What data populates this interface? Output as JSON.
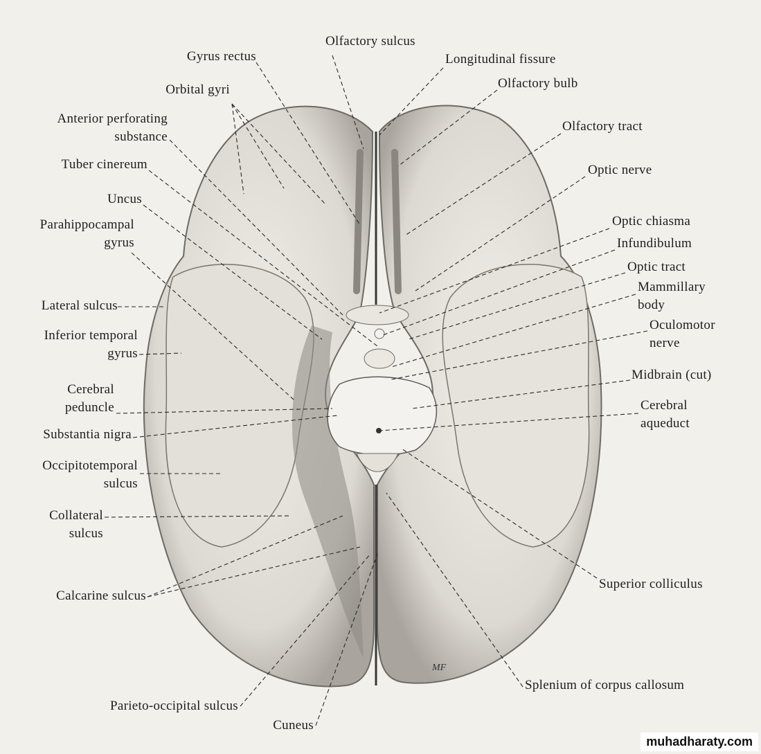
{
  "title": "Inferior view of the brain",
  "labels": [
    {
      "lines": [
        "Gyrus rectus"
      ]
    },
    {
      "lines": [
        "Orbital gyri"
      ]
    },
    {
      "lines": [
        "Anterior perforating",
        "substance"
      ]
    },
    {
      "lines": [
        "Tuber cinereum"
      ]
    },
    {
      "lines": [
        "Uncus"
      ]
    },
    {
      "lines": [
        "Parahippocampal",
        "gyrus"
      ]
    },
    {
      "lines": [
        "Lateral sulcus"
      ]
    },
    {
      "lines": [
        "Inferior temporal",
        "gyrus"
      ]
    },
    {
      "lines": [
        "Cerebral",
        "peduncle"
      ]
    },
    {
      "lines": [
        "Substantia nigra"
      ]
    },
    {
      "lines": [
        "Occipitotemporal",
        "sulcus"
      ]
    },
    {
      "lines": [
        "Collateral",
        "sulcus"
      ]
    },
    {
      "lines": [
        "Calcarine sulcus"
      ]
    },
    {
      "lines": [
        "Parieto-occipital sulcus"
      ]
    },
    {
      "lines": [
        "Cuneus"
      ]
    },
    {
      "lines": [
        "Olfactory sulcus"
      ]
    },
    {
      "lines": [
        "Longitudinal fissure"
      ]
    },
    {
      "lines": [
        "Olfactory bulb"
      ]
    },
    {
      "lines": [
        "Olfactory tract"
      ]
    },
    {
      "lines": [
        "Optic nerve"
      ]
    },
    {
      "lines": [
        "Optic chiasma"
      ]
    },
    {
      "lines": [
        "Infundibulum"
      ]
    },
    {
      "lines": [
        "Optic tract"
      ]
    },
    {
      "lines": [
        "Mammillary",
        "body"
      ]
    },
    {
      "lines": [
        "Oculomotor",
        "nerve"
      ]
    },
    {
      "lines": [
        "Midbrain (cut)"
      ]
    },
    {
      "lines": [
        "Cerebral",
        "aqueduct"
      ]
    },
    {
      "lines": [
        "Superior colliculus"
      ]
    },
    {
      "lines": [
        "Splenium of corpus callosum"
      ]
    }
  ],
  "signature": "MF",
  "watermark": "muhadharaty.com"
}
